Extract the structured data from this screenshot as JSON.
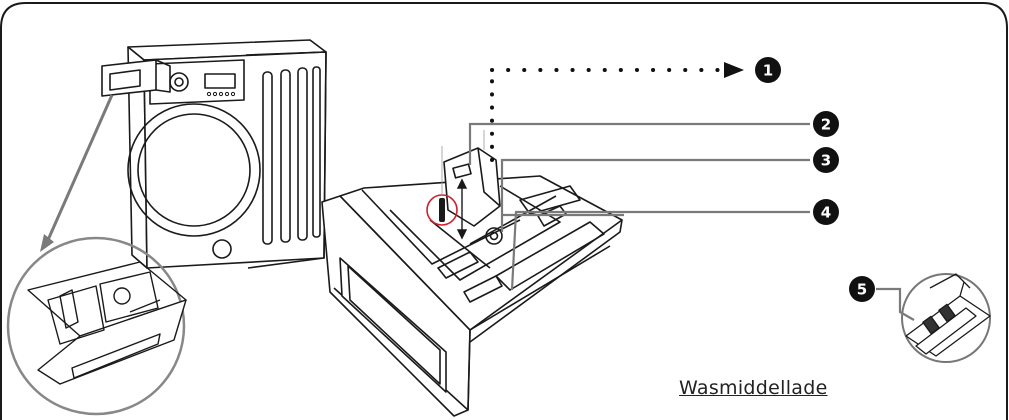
{
  "caption": "Wasmiddellade",
  "callouts": [
    {
      "label": "1"
    },
    {
      "label": "2"
    },
    {
      "label": "3"
    },
    {
      "label": "4"
    },
    {
      "label": "5"
    }
  ],
  "colors": {
    "line": "#1a1a1a",
    "callout_fill": "#111111",
    "leader": "#7a7a7a",
    "highlight_circle": "#d0202a"
  },
  "icons": [
    "washing-machine-illustration",
    "detergent-drawer-illustration",
    "drawer-zoom-inset",
    "siphon-cap-zoom-inset"
  ]
}
